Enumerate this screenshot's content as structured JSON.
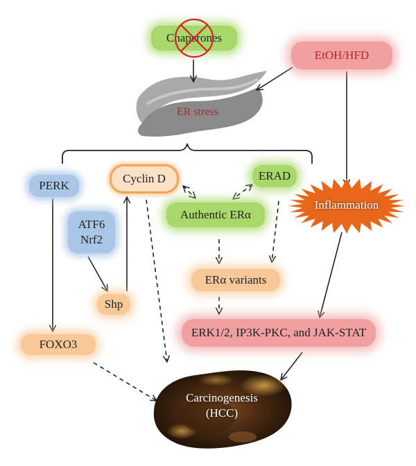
{
  "nodes": {
    "chaperones": "Chaperones",
    "etoh_hfd": "EtOH/HFD",
    "er_stress": "ER stress",
    "perk": "PERK",
    "cyclin_d": "Cyclin D",
    "erad": "ERAD",
    "inflammation": "Inflammation",
    "atf6": "ATF6",
    "nrf2": "Nrf2",
    "authentic_er": "Authentic ERα",
    "er_variants": "ERα variants",
    "shp": "Shp",
    "foxo3": "FOXO3",
    "erk": "ERK1/2, IP3K-PKC, and JAK-STAT",
    "carcinogenesis": "Carcinogenesis",
    "hcc": "(HCC)"
  },
  "colors": {
    "green": "#a8d86a",
    "blue": "#a9c6e6",
    "orange": "#f9c898",
    "pink": "#f0a0a0",
    "inflammation_burst": "#e8661a",
    "er_text": "#b3262b",
    "blocked_mark": "#d4202a"
  }
}
